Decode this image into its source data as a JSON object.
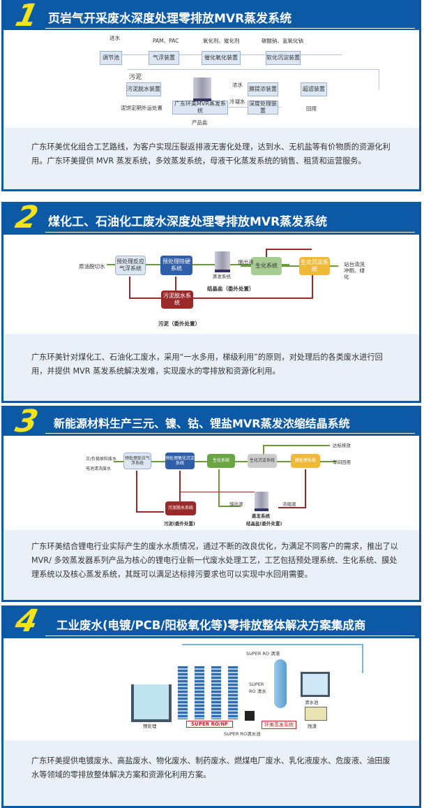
{
  "sections": [
    {
      "number": "1",
      "title": "页岩气开采废水深度处理零排放MVR蒸发系统",
      "diagram": {
        "inflow": "进水",
        "pam": "PAM、PAC",
        "oxidant": "氧化剂、催化剂",
        "soda": "碳酸钠、氢氧化钠",
        "boxes": [
          "调节池",
          "气浮装置",
          "催化氧化装置",
          "软化沉淀装置",
          "超滤装置",
          "膜提浓装置",
          "深度处理装置",
          "广东环美MVR蒸发系统",
          "污泥脱水装置"
        ],
        "sludge": "污泥",
        "cake": "泥饼定期外运处置",
        "concentrate": "浓水",
        "condensate": "冷凝水",
        "reuse": "回用",
        "salt": "产品盐"
      },
      "description": "广东环美优化组合工艺路线，为客户实现压裂返排液无害化处理，达到水、无机盐等有价物质的资源化利用。广东环美提供 MVR 蒸发系统，多效蒸发系统，母液干化蒸发系统的销售、租赁和运营服务。"
    },
    {
      "number": "2",
      "title": "煤化工、石油化工废水深度处理零排放MVR蒸发系统",
      "diagram": {
        "inflow": "原油脱切水",
        "boxes": [
          "预处理反应气浮系统",
          "预处理除硬系统",
          "生化系统",
          "生化沉淀系统",
          "污泥脱水系统"
        ],
        "evap": "蒸发系统",
        "distillate": "馏出液",
        "salt": "结晶盐（委外处置）",
        "sludge": "污泥（委外处置）",
        "out": "站台清洗冲厕、绿化"
      },
      "description": "广东环美针对煤化工、石油化工废水，采用“一水多用，梯级利用”的原则，对处理后的各类废水进行回用，并提供 MVR 蒸发系统解决发难，实现废水的零排放和资源化利用。"
    },
    {
      "number": "3",
      "title": "新能源材料生产三元、镍、钴、锂盐MVR蒸发浓缩结晶系统",
      "diagram": {
        "inflow1": "正/负极原料废水",
        "inflow2": "电池清洗废水",
        "boxes": [
          "预处理反应气浮系统",
          "预处理氧化沉淀系统",
          "生化系统",
          "生化沉淀系统",
          "膜处理系统",
          "污泥脱水系统"
        ],
        "discharge": "达标排放",
        "reuse": "车间回用",
        "distillate": "馏出液",
        "concentrate": "浓缩液",
        "evap": "蒸发系统",
        "sludge": "污泥(委外处置)",
        "salt": "结晶盐(委外处置)"
      },
      "description": "广东环美结合锂电行业实际产生的废水水质情况，通过不断的改良优化，为满足不同客户的需求，推出了以 MVR/ 多效蒸发器系列产品为核心的锂电行业新一代废水处理工艺，工艺包括预处理系统、生化系统、膜处理系统以及核心蒸发系统，其既可以满足达标排污要求也可以实现中水回用需要。"
    },
    {
      "number": "4",
      "title": "工业废水(电镀/PCB/阳极氧化等)零排放整体解决方案集成商",
      "diagram": {
        "ro_clean": "SUPER RO 清液",
        "ro_water": "SUPER RO 清水",
        "ro_nf": "SUPER RO/NF",
        "ro_pool": "SUPER RO清水池",
        "evap": "环美蒸发系统",
        "pre": "预处理",
        "clear_pool": "清水池",
        "residue": "残渣"
      },
      "description": "广东环美提供电镀废水、高盐废水、物化废水、制药废水、燃煤电厂废水、乳化液废水、危废液、油田废水等领域的零排放整体解决方案和资源化利用方案。"
    }
  ],
  "colors": {
    "brand": "#0c5aa6",
    "number": "#f4e21a",
    "text_bg": "#e9f0f8"
  }
}
